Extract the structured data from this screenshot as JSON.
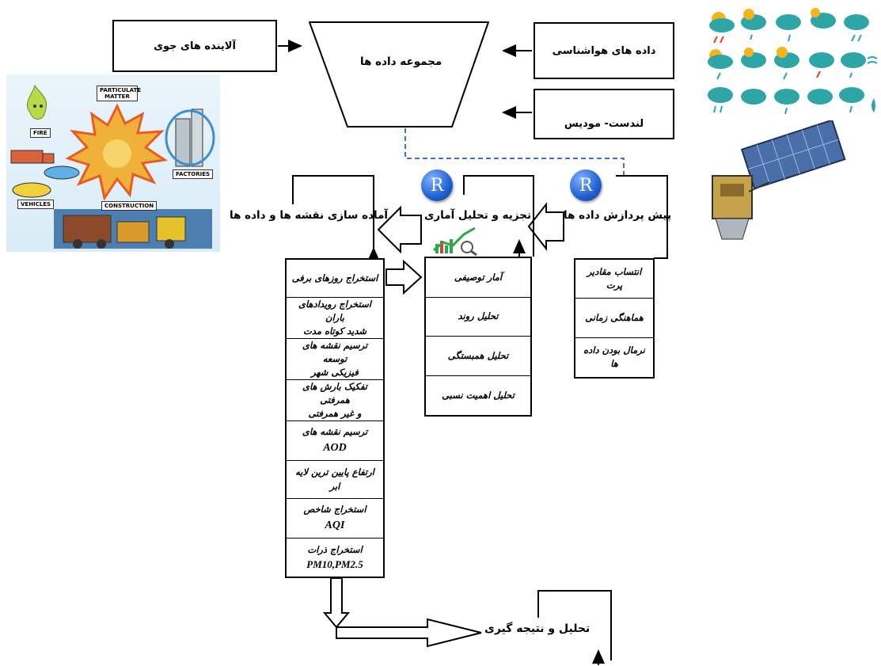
{
  "top": {
    "pollutants": "آلاینده های جوی",
    "dataset": "مجموعه داده ها",
    "meteo": "داده های هواشناسی",
    "landsat_modis": "لندست- مودیس"
  },
  "stages": {
    "preprocess": "پیش پردازش داده ها",
    "analysis": "تجزیه و تحلیل آماری",
    "prepare": "آماده سازی نقشه ها و داده ها",
    "conclusion": "تحلیل و نتیجه گیری",
    "r_logo": "R"
  },
  "preprocess_items": [
    "انتساب مقادیر پرت",
    "هماهنگی زمانی",
    "نرمال بودن داده ها"
  ],
  "analysis_items": [
    "آمار توصیفی",
    "تحلیل روند",
    "تحلیل همبستگی",
    "تحلیل اهمیت نسبی"
  ],
  "prepare_items": [
    {
      "line1": "استخراج روزهای برفی",
      "line2": ""
    },
    {
      "line1": "استخراج رویدادهای باران",
      "line2": "شدید کوتاه مدت"
    },
    {
      "line1": "ترسیم نقشه های توسعه",
      "line2": "فیزیکی شهر"
    },
    {
      "line1": "تفکیک بارش های همرفتی",
      "line2": "و غیر همرفتی"
    },
    {
      "line1": "ترسیم نقشه های",
      "line2": "AOD"
    },
    {
      "line1": "ارتفاع پایین ترین لایه ابر",
      "line2": ""
    },
    {
      "line1": "استخراج شاخص",
      "line2": "AQI"
    },
    {
      "line1": "استخراج ذرات",
      "line2": "PM10,PM2.5"
    }
  ],
  "pollution_image": {
    "fire": "FIRE",
    "particulate": "PARTICULATE MATTER",
    "factories": "FACTORIES",
    "vehicles": "VEHICLES",
    "construction": "CONSTRUCTION"
  },
  "colors": {
    "dashed_line": "#3f6fd0",
    "r_blue": "#1f5fd1",
    "weather_teal": "#2fa6a6",
    "weather_yellow": "#f3b51a"
  }
}
